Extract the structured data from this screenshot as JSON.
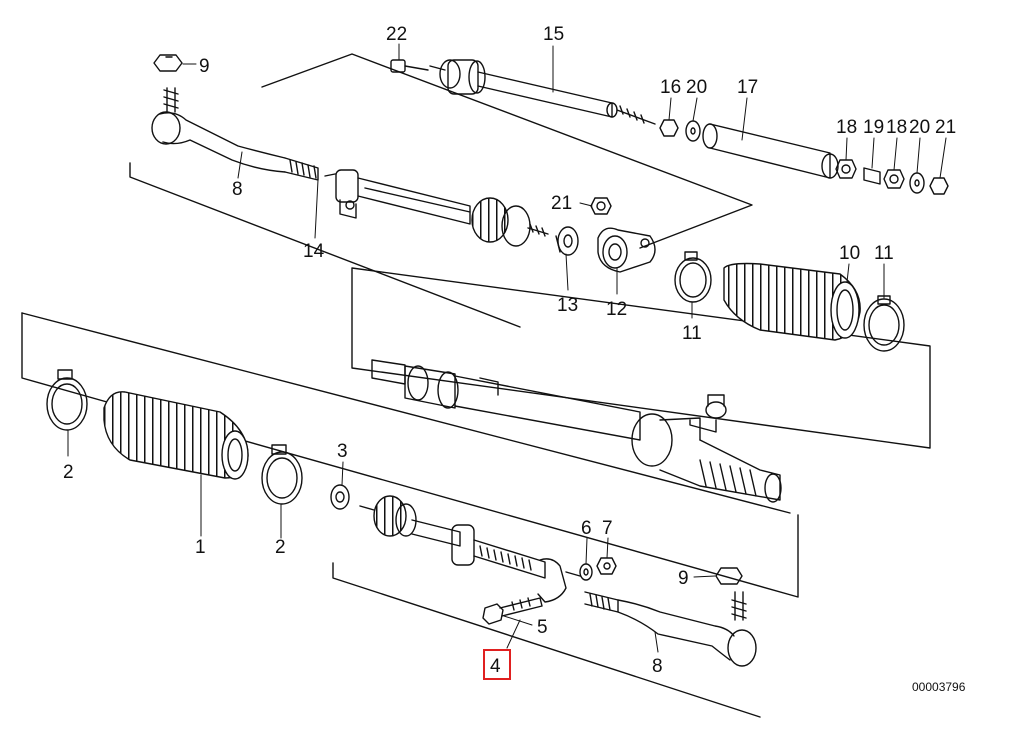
{
  "diagram": {
    "ref_number": "00003796",
    "highlight_color": "#e02020",
    "ink_color": "#111111",
    "highlighted_callout": "4",
    "callouts": {
      "c22": "22",
      "c15": "15",
      "c9a": "9",
      "c16": "16",
      "c20a": "20",
      "c17": "17",
      "c18a": "18",
      "c19": "19",
      "c18b": "18",
      "c20b": "20",
      "c21a": "21",
      "c8a": "8",
      "c14": "14",
      "c21b": "21",
      "c13": "13",
      "c12": "12",
      "c11a": "11",
      "c10": "10",
      "c11b": "11",
      "c2a": "2",
      "c1": "1",
      "c2b": "2",
      "c3": "3",
      "c6": "6",
      "c7": "7",
      "c9b": "9",
      "c5": "5",
      "c8b": "8",
      "c4": "4"
    }
  }
}
